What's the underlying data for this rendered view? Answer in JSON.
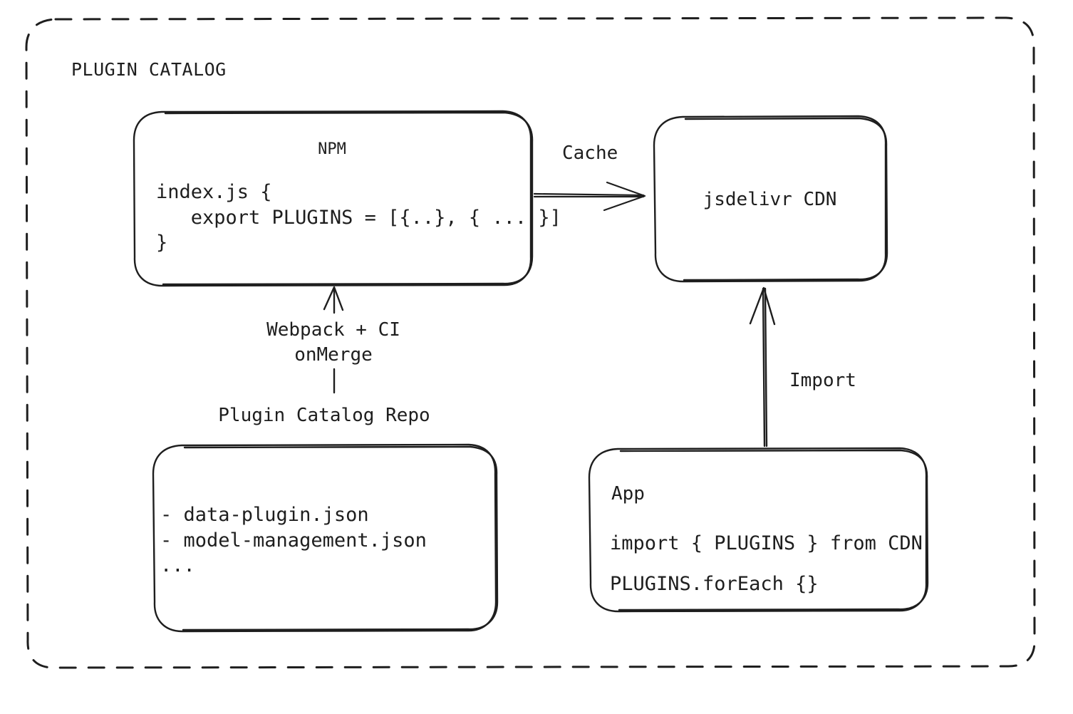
{
  "diagram": {
    "title": "PLUGIN CATALOG",
    "background_color": "#ffffff",
    "stroke_color": "#1e1e1e",
    "nodes": {
      "npm": {
        "label": "NPM",
        "code": "index.js {\n   export PLUGINS = [{..}, { ... }]\n}"
      },
      "cdn": {
        "label": "jsdelivr CDN"
      },
      "repo": {
        "label": "Plugin Catalog Repo",
        "files": "- data-plugin.json\n- model-management.json\n..."
      },
      "app": {
        "label": "App",
        "line1": "import { PLUGINS } from CDN",
        "line2": "PLUGINS.forEach {}"
      }
    },
    "edges": {
      "cache": {
        "label": "Cache"
      },
      "webpack": {
        "label": "Webpack + CI\nonMerge"
      },
      "import": {
        "label": "Import"
      }
    }
  }
}
